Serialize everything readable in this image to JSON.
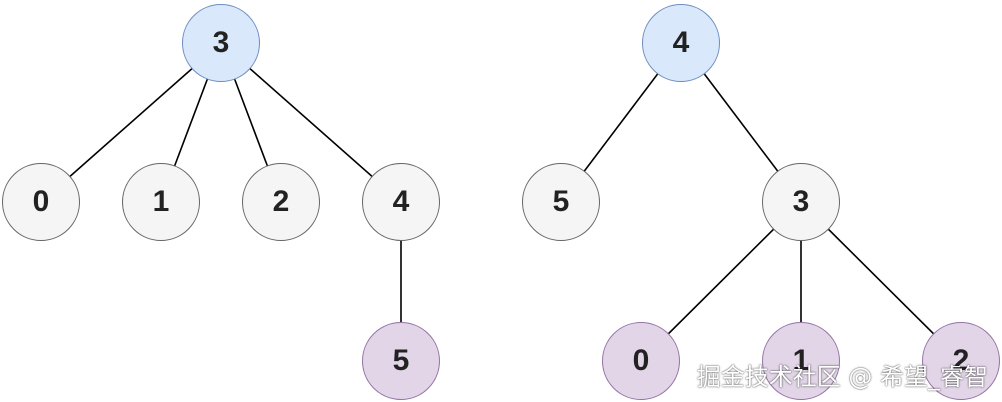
{
  "colors": {
    "root_fill": "#dae8fc",
    "root_stroke": "#6c8ebf",
    "mid_fill": "#f5f5f5",
    "mid_stroke": "#666666",
    "leaf_fill": "#e1d5e7",
    "leaf_stroke": "#9673a6",
    "edge": "#000000"
  },
  "trees": [
    {
      "nodes": [
        {
          "id": "t1-3",
          "label": "3",
          "kind": "root"
        },
        {
          "id": "t1-0",
          "label": "0",
          "kind": "mid"
        },
        {
          "id": "t1-1",
          "label": "1",
          "kind": "mid"
        },
        {
          "id": "t1-2",
          "label": "2",
          "kind": "mid"
        },
        {
          "id": "t1-4",
          "label": "4",
          "kind": "mid"
        },
        {
          "id": "t1-5",
          "label": "5",
          "kind": "leaf"
        }
      ],
      "edges": [
        [
          "t1-3",
          "t1-0"
        ],
        [
          "t1-3",
          "t1-1"
        ],
        [
          "t1-3",
          "t1-2"
        ],
        [
          "t1-3",
          "t1-4"
        ],
        [
          "t1-4",
          "t1-5"
        ]
      ]
    },
    {
      "nodes": [
        {
          "id": "t2-4",
          "label": "4",
          "kind": "root"
        },
        {
          "id": "t2-5",
          "label": "5",
          "kind": "mid"
        },
        {
          "id": "t2-3",
          "label": "3",
          "kind": "mid"
        },
        {
          "id": "t2-0",
          "label": "0",
          "kind": "leaf"
        },
        {
          "id": "t2-1",
          "label": "1",
          "kind": "leaf"
        },
        {
          "id": "t2-2",
          "label": "2",
          "kind": "leaf"
        }
      ],
      "edges": [
        [
          "t2-4",
          "t2-5"
        ],
        [
          "t2-4",
          "t2-3"
        ],
        [
          "t2-3",
          "t2-0"
        ],
        [
          "t2-3",
          "t2-1"
        ],
        [
          "t2-3",
          "t2-2"
        ]
      ]
    }
  ],
  "watermark": "掘金技术社区 @ 希望_睿智"
}
